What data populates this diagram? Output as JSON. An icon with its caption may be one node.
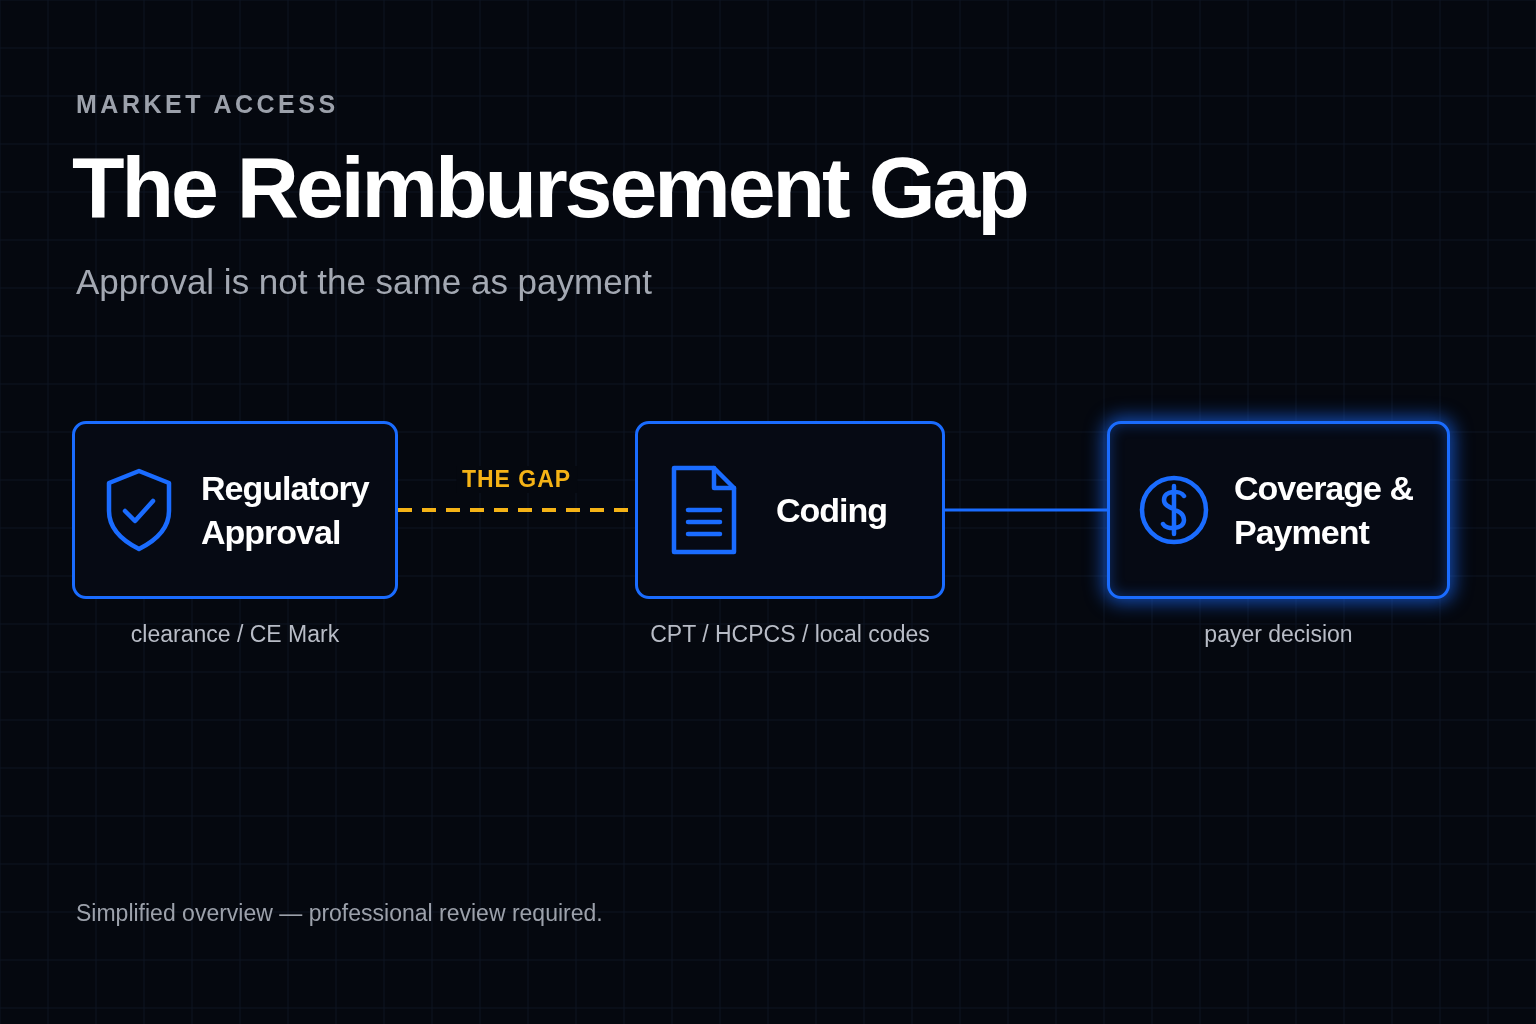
{
  "diagram": {
    "title": "The Reimbursement Gap",
    "nodes": [
      {
        "text": [
          "Regulatory Approval"
        ],
        "beside": [
          "clearance / CE Mark"
        ]
      },
      {
        "text": [
          "Coding"
        ],
        "beside": [
          "CPT / HCPCS / local codes"
        ]
      },
      {
        "text": [
          "Coverage & Payment"
        ],
        "beside": [
          "payer decision"
        ]
      }
    ],
    "edges": [
      {
        "from": 0,
        "to": 1,
        "arrow": "none",
        "label": "THE GAP",
        "style": "dashed",
        "color": "#f5b316"
      },
      {
        "from": 1,
        "to": 2,
        "arrow": "none",
        "color": "#1a6cff"
      }
    ],
    "labels": [
      "MARKET ACCESS",
      "Approval is not the same as payment",
      "Simplified overview — professional review required."
    ]
  }
}
